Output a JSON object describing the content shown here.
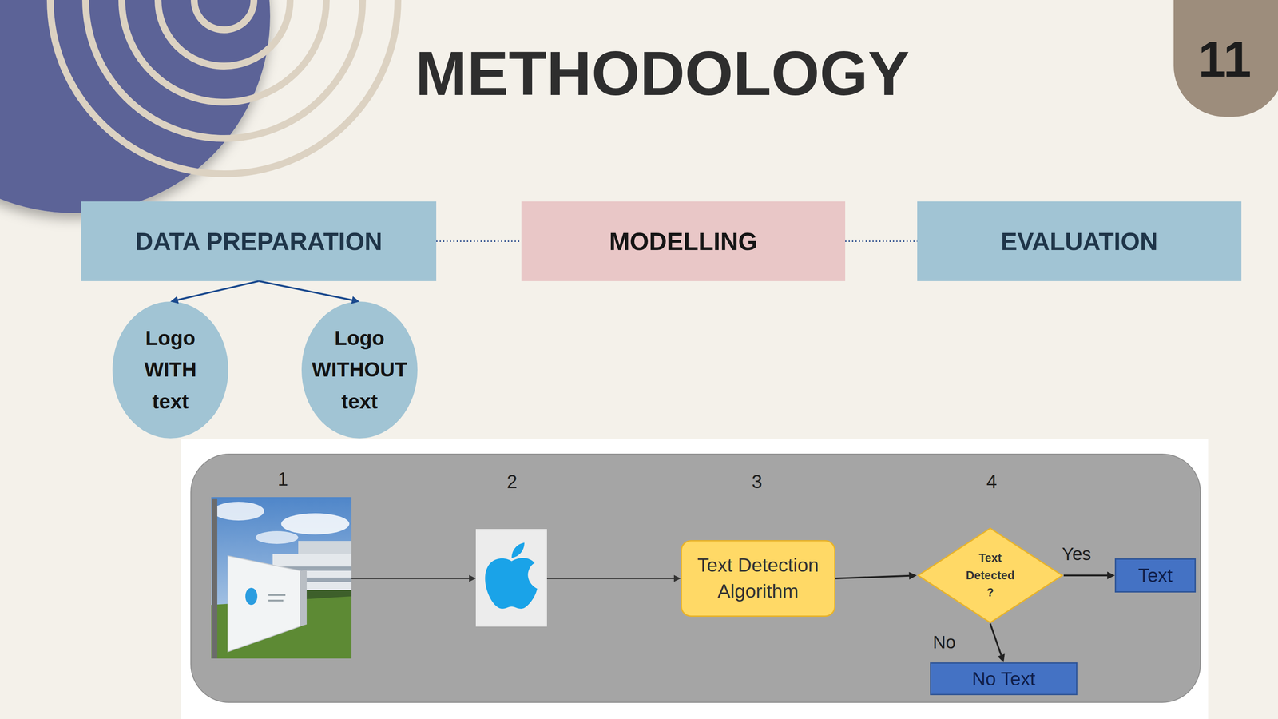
{
  "diagram": {
    "title": "METHODOLOGY",
    "nodes": [
      {
        "text": [
          "11"
        ]
      },
      {
        "text": [
          "DATA PREPARATION"
        ]
      },
      {
        "text": [
          "MODELLING"
        ]
      },
      {
        "text": [
          "EVALUATION"
        ]
      },
      {
        "text": [
          "Logo WITH text"
        ]
      },
      {
        "text": [
          "Logo WITHOUT text"
        ]
      },
      {
        "text": [
          "Text Detection Algorithm"
        ]
      },
      {
        "text": [
          "Text Detected ?"
        ]
      },
      {
        "text": [
          "Text"
        ]
      },
      {
        "text": [
          "No Text"
        ]
      }
    ],
    "edges": [
      {
        "from": 1,
        "to": 2,
        "arrow": "none"
      },
      {
        "from": 2,
        "to": 3,
        "arrow": "none"
      },
      {
        "from": 1,
        "to": 4,
        "arrow": "to"
      },
      {
        "from": 1,
        "to": 5,
        "arrow": "to"
      },
      {
        "from": 6,
        "to": 7,
        "arrow": "to"
      },
      {
        "from": 7,
        "to": 8,
        "label": "Yes",
        "arrow": "to"
      },
      {
        "from": 7,
        "to": 9,
        "label": "No",
        "arrow": "to"
      }
    ],
    "labels": [
      "1",
      "2",
      "3",
      "4"
    ]
  }
}
